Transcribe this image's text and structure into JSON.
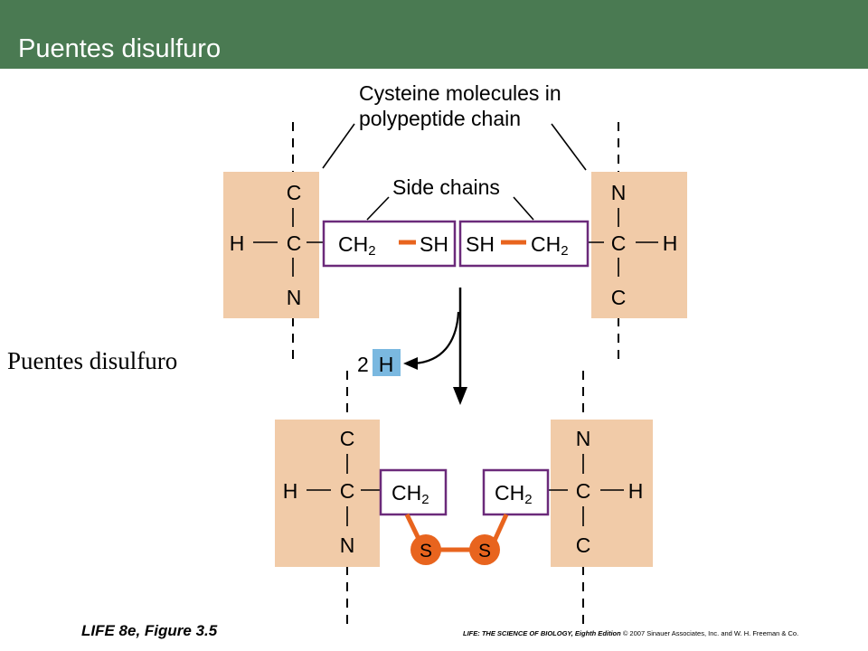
{
  "header": {
    "title": "Puentes disulfuro"
  },
  "side_label": "Puentes disulfuro",
  "diagram": {
    "caption_cysteine_line1": "Cysteine molecules in",
    "caption_cysteine_line2": "polypeptide chain",
    "caption_side_chains": "Side chains",
    "atoms": {
      "C": "C",
      "N": "N",
      "H": "H",
      "CH": "CH",
      "sub2": "2",
      "SH": "SH",
      "S": "S"
    },
    "released": {
      "count": "2",
      "atom": "H"
    },
    "colors": {
      "backbone_fill": "#f1cba8",
      "side_chain_border": "#6b2a7a",
      "bond_orange": "#e8641e",
      "hydrogen_box": "#7ab8e0",
      "title_bar": "#4a7a52"
    }
  },
  "footer": {
    "figure_label": "LIFE 8e, Figure 3.5",
    "credit_title": "LIFE: THE SCIENCE OF BIOLOGY, Eighth Edition",
    "credit_rest": " © 2007 Sinauer Associates, Inc. and W. H. Freeman & Co."
  }
}
